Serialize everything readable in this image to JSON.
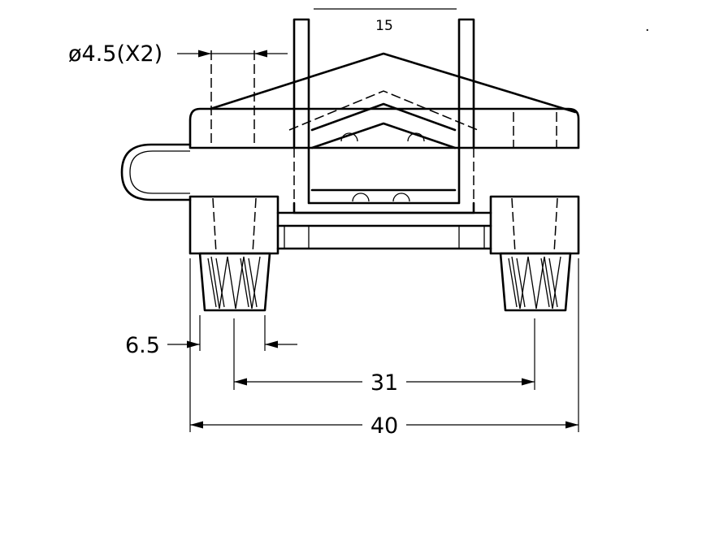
{
  "drawing": {
    "dimensions": {
      "top_width": "15",
      "hole_diameter": "ø4.5(X2)",
      "wall_thickness": "6.5",
      "hole_spacing": "31",
      "overall_width": "40"
    },
    "stray_mark": "."
  }
}
